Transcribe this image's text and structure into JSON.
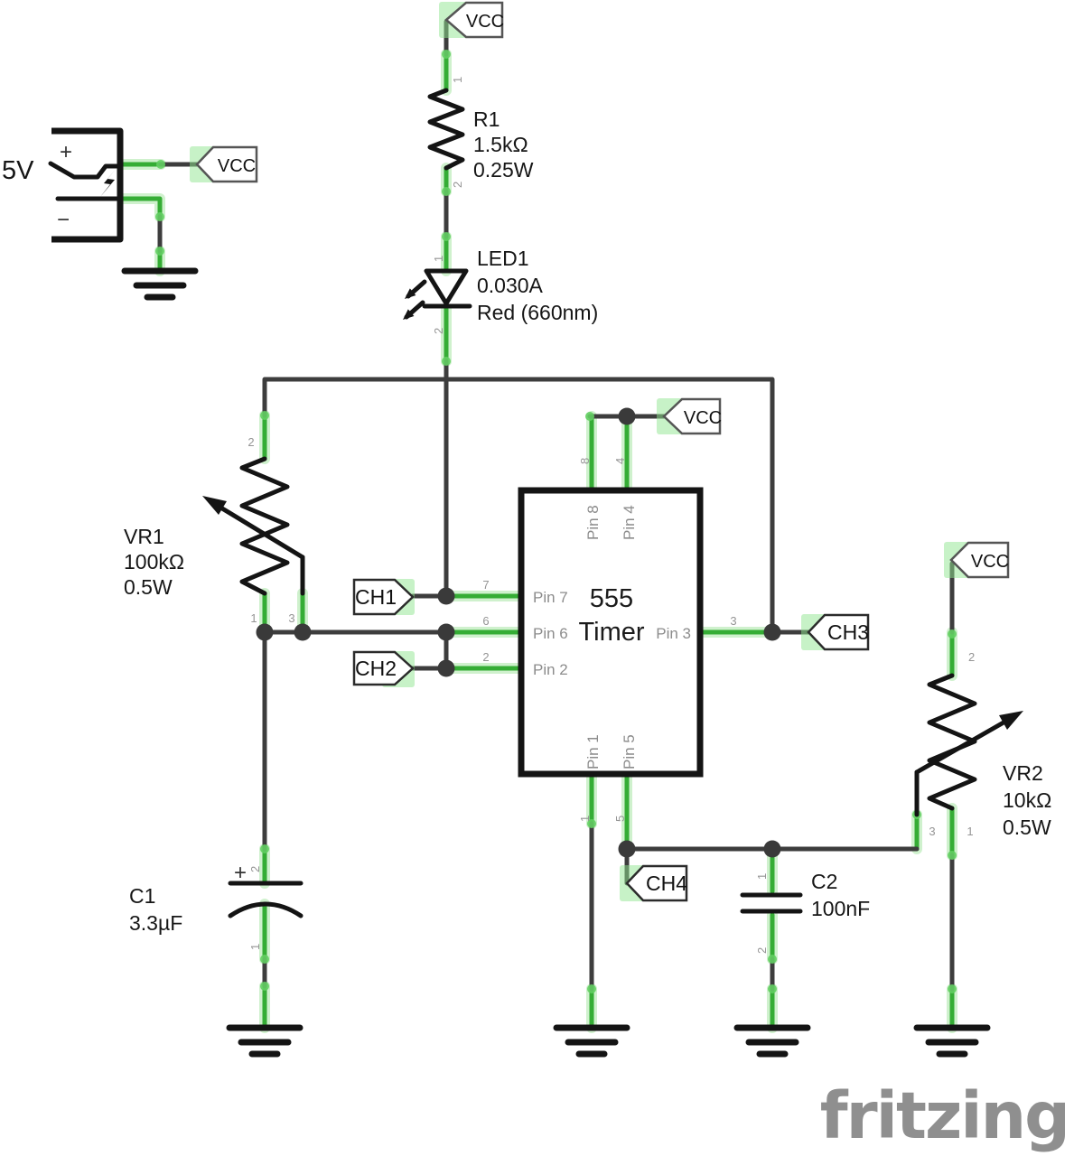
{
  "colors": {
    "wire_dark": "#3d3d3d",
    "net_green": "#35ad35",
    "net_highlight": "#8fe68f",
    "symbol_black": "#141414",
    "pin_label_gray": "#8c8c8c",
    "text_dark": "#161616",
    "watermark_gray": "#8f8f8f"
  },
  "power_source": {
    "label": "5V",
    "plus": "+",
    "minus": "−"
  },
  "net_flags": {
    "vcc_battery": "VCC",
    "vcc_top": "VCC",
    "vcc_ic": "VCC",
    "vcc_vr2": "VCC",
    "ch1": "CH1",
    "ch2": "CH2",
    "ch3": "CH3",
    "ch4": "CH4"
  },
  "r1": {
    "designator": "R1",
    "resistance": "1.5kΩ",
    "power": "0.25W",
    "pin1": "1",
    "pin2": "2"
  },
  "led1": {
    "designator": "LED1",
    "current": "0.030A",
    "color_spec": "Red (660nm)",
    "pin1": "1",
    "pin2": "2"
  },
  "vr1": {
    "designator": "VR1",
    "resistance": "100kΩ",
    "power": "0.5W",
    "pin1": "1",
    "pin2": "2",
    "pin3": "3"
  },
  "vr2": {
    "designator": "VR2",
    "resistance": "10kΩ",
    "power": "0.5W",
    "pin1": "1",
    "pin2": "2",
    "pin3": "3"
  },
  "c1": {
    "designator": "C1",
    "capacitance": "3.3µF",
    "polarity": "+",
    "pin1": "1",
    "pin2": "2"
  },
  "c2": {
    "designator": "C2",
    "capacitance": "100nF",
    "pin1": "1",
    "pin2": "2"
  },
  "ic": {
    "line1": "555",
    "line2": "Timer",
    "pin_labels": {
      "p1": "Pin 1",
      "p2": "Pin 2",
      "p3": "Pin 3",
      "p4": "Pin 4",
      "p5": "Pin 5",
      "p6": "Pin 6",
      "p7": "Pin 7",
      "p8": "Pin 8"
    },
    "pin_numbers": {
      "n1": "1",
      "n2": "2",
      "n3": "3",
      "n4": "4",
      "n5": "5",
      "n6": "6",
      "n7": "7",
      "n8": "8"
    }
  },
  "watermark": "fritzing"
}
